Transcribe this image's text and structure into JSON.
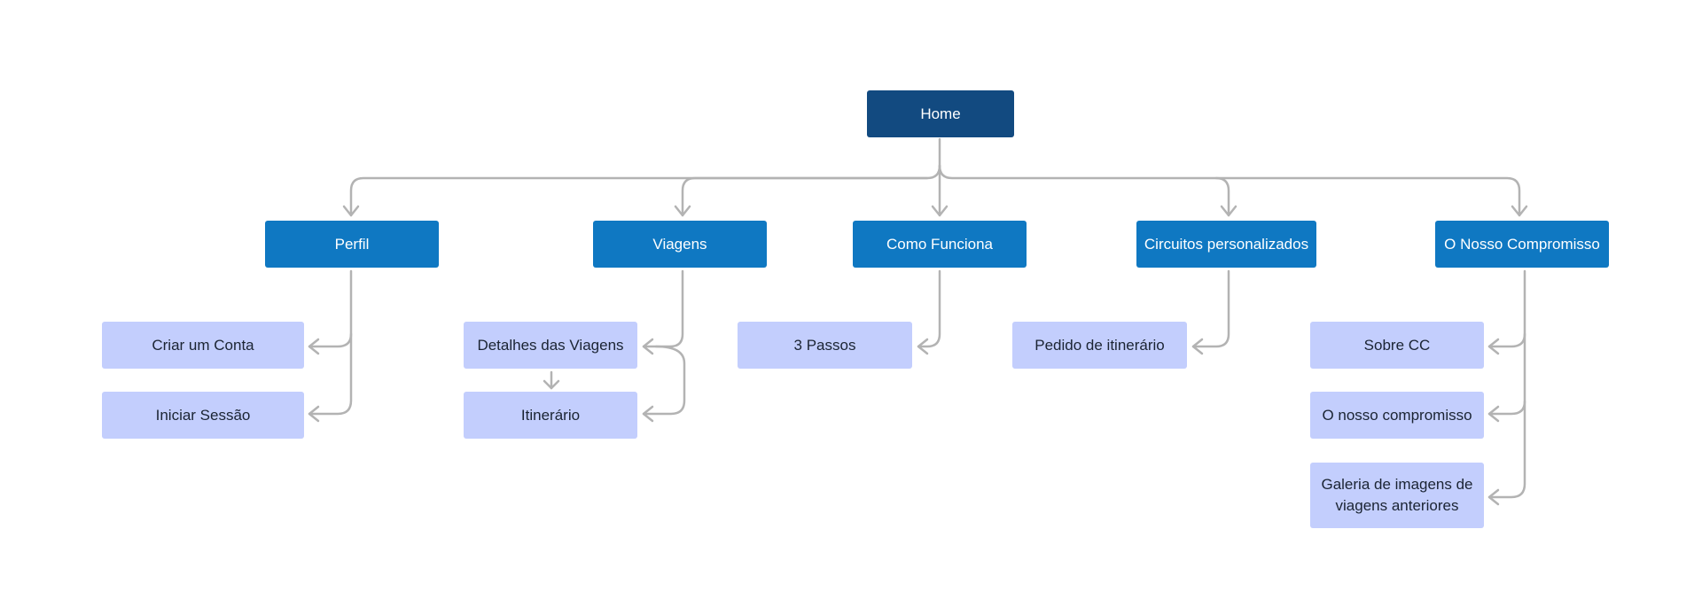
{
  "colors": {
    "root": "#124a80",
    "section": "#0f78c2",
    "page": "#c3cefd",
    "connector": "#b3b3b3"
  },
  "nodes": {
    "home": "Home",
    "perfil": "Perfil",
    "viagens": "Viagens",
    "como_funciona": "Como Funciona",
    "circuitos": "Circuitos personalizados",
    "compromisso": "O Nosso Compromisso",
    "criar_conta": "Criar um Conta",
    "iniciar_sessao": "Iniciar Sessão",
    "detalhes_viagens": "Detalhes das Viagens",
    "itinerario": "Itinerário",
    "tres_passos": "3 Passos",
    "pedido_itinerario": "Pedido de itinerário",
    "sobre_cc": "Sobre CC",
    "o_nosso_compromisso": "O nosso compromisso",
    "galeria": "Galeria de imagens de viagens anteriores"
  }
}
